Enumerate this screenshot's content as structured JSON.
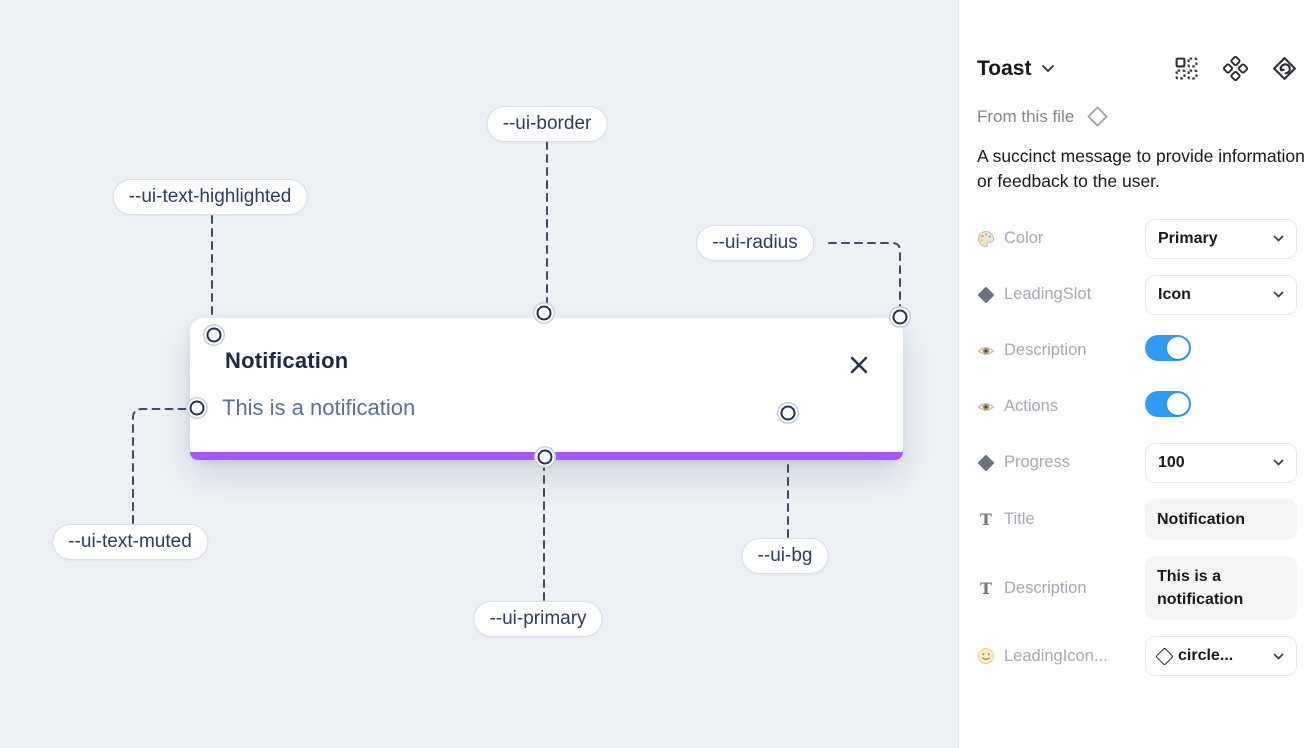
{
  "canvas": {
    "toast": {
      "title": "Notification",
      "description": "This is a notification",
      "close_icon": "x-close"
    },
    "annotations": [
      {
        "label": "--ui-text-highlighted"
      },
      {
        "label": "--ui-border"
      },
      {
        "label": "--ui-radius"
      },
      {
        "label": "--ui-text-muted"
      },
      {
        "label": "--ui-primary"
      },
      {
        "label": "--ui-bg"
      }
    ],
    "colors": {
      "canvas_background": "#edf1f6",
      "toast_primary_bar": "#a855f7",
      "connector_line": "#3d4d68"
    }
  },
  "panel": {
    "title": "Toast",
    "header_icons": [
      "instance-grid-icon",
      "variants-icon",
      "main-component-icon"
    ],
    "source_label": "From this file",
    "description": "A succinct message to provide information or feedback to the user.",
    "properties": [
      {
        "label": "Color",
        "control": "select",
        "value": "Primary"
      },
      {
        "label": "LeadingSlot",
        "control": "select",
        "value": "Icon"
      },
      {
        "label": "Description",
        "control": "toggle",
        "value": "on"
      },
      {
        "label": "Actions",
        "control": "toggle",
        "value": "on"
      },
      {
        "label": "Progress",
        "control": "select",
        "value": "100"
      },
      {
        "label": "Title",
        "control": "textfield",
        "value": "Notification"
      },
      {
        "label": "Description",
        "control": "textfield",
        "value": "This is a notification"
      },
      {
        "label": "LeadingIcon...",
        "control": "select-icon",
        "value": "circle..."
      }
    ],
    "colors": {
      "toggle_on": "#2f9df5"
    }
  }
}
